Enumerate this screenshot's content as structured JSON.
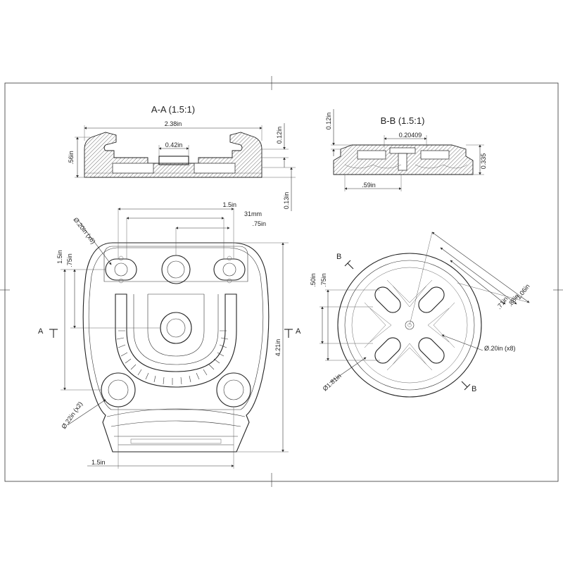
{
  "section_aa": {
    "title": "A-A (1.5:1)",
    "dim_width": "2.38in",
    "dim_slot": "0.42in",
    "dim_height": ".56in",
    "dim_lip": "0.12in",
    "dim_base": "0.13in"
  },
  "section_bb": {
    "title": "B-B (1.5:1)",
    "dim_top": "0.12in",
    "dim_mid": "0.20409",
    "dim_height": "0.335",
    "dim_bottom": ".59in"
  },
  "front_view": {
    "dim_15_top": "1.5in",
    "dim_31mm": "31mm",
    "dim_75_top": ".75in",
    "dim_holes": "Ø.20in (x6)",
    "dim_15_left": "1.5in",
    "dim_75_left": ".75in",
    "dim_421": "4.21in",
    "dim_large_holes": "Ø.22in (x2)",
    "dim_15_bottom": "1.5in",
    "section_label_left": "A",
    "section_label_right": "A"
  },
  "round_view": {
    "section_label_top": "B",
    "section_label_bottom": "B",
    "dim_50": ".50in",
    "dim_75": ".75in",
    "dim_106": "1.06in",
    "dim_88": ".88in",
    "dim_71": ".71in",
    "dim_slots": "Ø.20in (x8)",
    "dim_diameter": "Ø1.81in"
  }
}
